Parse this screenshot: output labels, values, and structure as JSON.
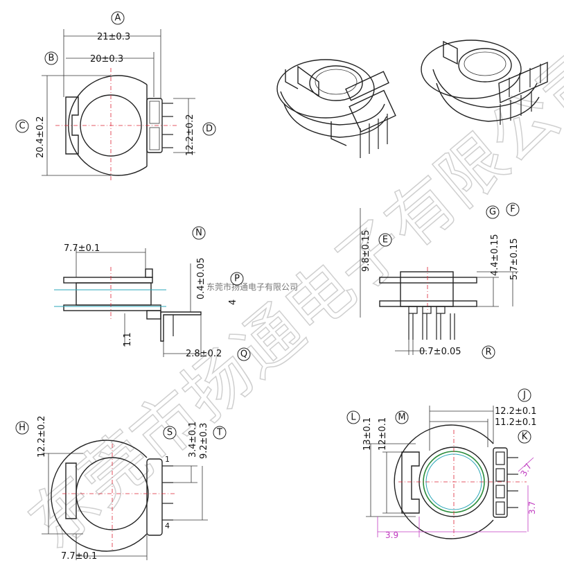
{
  "watermark": {
    "text": "东莞市扬通电子有限公司",
    "small_text": "东莞市扬通电子有限公司"
  },
  "callouts": {
    "A": "A",
    "B": "B",
    "C": "C",
    "D": "D",
    "E": "E",
    "F": "F",
    "G": "G",
    "H": "H",
    "J": "J",
    "K": "K",
    "L": "L",
    "M": "M",
    "N": "N",
    "P": "P",
    "Q": "Q",
    "R": "R",
    "S": "S",
    "T": "T"
  },
  "dimensions": {
    "A": "21±0.3",
    "B": "20±0.3",
    "C": "20.4±0.2",
    "D": "12.2±0.2",
    "E": "9.8±0.15",
    "F": "5.7±0.15",
    "G": "4.4±0.15",
    "H": "12.2±0.2",
    "J": "12.2±0.1",
    "K": "11.2±0.1",
    "L": "13±0.1",
    "M": "12±0.1",
    "N": "0.4±0.05",
    "P": "4",
    "Q": "2.8±0.2",
    "R": "0.7±0.05",
    "S": "3.4±0.1",
    "T": "9.2±0.3",
    "side_width": "7.7±0.1",
    "bottom_width": "7.7±0.1",
    "side_gap": "1.1"
  },
  "reference_dims": {
    "x1": "3.9",
    "y1": "3.7",
    "y2": "3.7"
  },
  "pin_numbers": {
    "first": "1",
    "last": "4"
  }
}
